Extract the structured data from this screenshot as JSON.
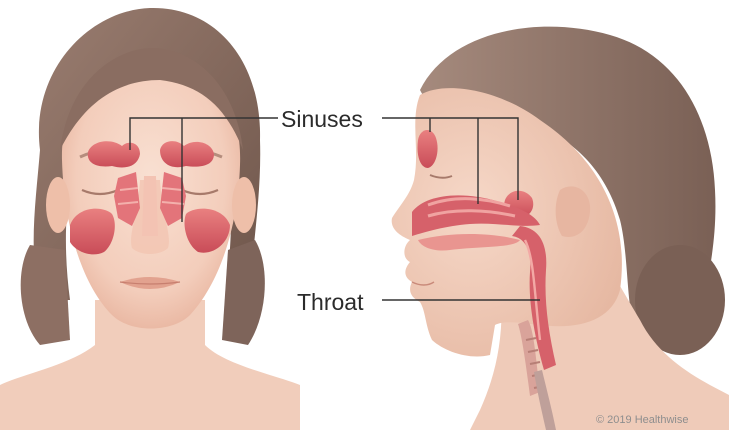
{
  "labels": {
    "sinuses": "Sinuses",
    "throat": "Throat"
  },
  "credit": "© 2019 Healthwise",
  "colors": {
    "skin": "#f4d3c2",
    "skin_shadow": "#e8b9a3",
    "hair": "#8f7367",
    "hair_dark": "#6e554b",
    "sinus": "#d9626a",
    "sinus_light": "#ee9a9a",
    "leader_line": "#333333"
  },
  "icons": [
    "front-face-illustration",
    "side-profile-illustration"
  ]
}
